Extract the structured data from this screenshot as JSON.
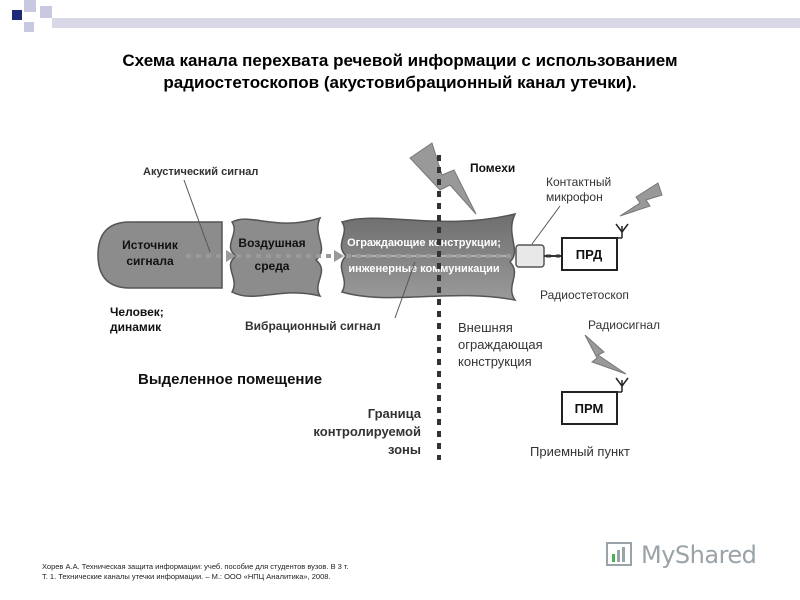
{
  "slide": {
    "title_line1": "Схема канала перехвата речевой информации с использованием",
    "title_line2": "радиостетоскопов (акустовибрационный канал утечки).",
    "citation_line1": "Хорев А.А. Техническая защита информации: учеб. пособие для студентов вузов. В 3 т.",
    "citation_line2": "Т. 1. Технические каналы утечки информации. – М.: ООО «НПЦ Аналитика», 2008.",
    "watermark": "MyShared"
  },
  "diagram": {
    "labels": {
      "acoustic_signal": "Акустический сигнал",
      "interference": "Помехи",
      "contact_mic_1": "Контактный",
      "contact_mic_2": "микрофон",
      "source_1": "Источник",
      "source_2": "сигнала",
      "air_1": "Воздушная",
      "air_2": "среда",
      "structures_1": "Ограждающие конструкции;",
      "structures_2": "инженерные коммуникации",
      "transmitter": "ПРД",
      "radiostethoscope": "Радиостетоскоп",
      "person_1": "Человек;",
      "person_2": "динамик",
      "vibration_signal": "Вибрационный сигнал",
      "external_1": "Внешняя",
      "external_2": "ограждающая",
      "external_3": "конструкция",
      "radio_signal": "Радиосигнал",
      "dedicated_room": "Выделенное помещение",
      "receiver": "ПРМ",
      "border_1": "Граница",
      "border_2": "контролируемой",
      "border_3": "зоны",
      "receiving_point": "Приемный пункт"
    }
  },
  "colors": {
    "deco_dark": "#1f2a7a",
    "shape_gray": "#8a8a8a",
    "shape_light": "#d0d0d0",
    "line_dark": "#333333",
    "dotted_line": "#9a9a9a"
  }
}
